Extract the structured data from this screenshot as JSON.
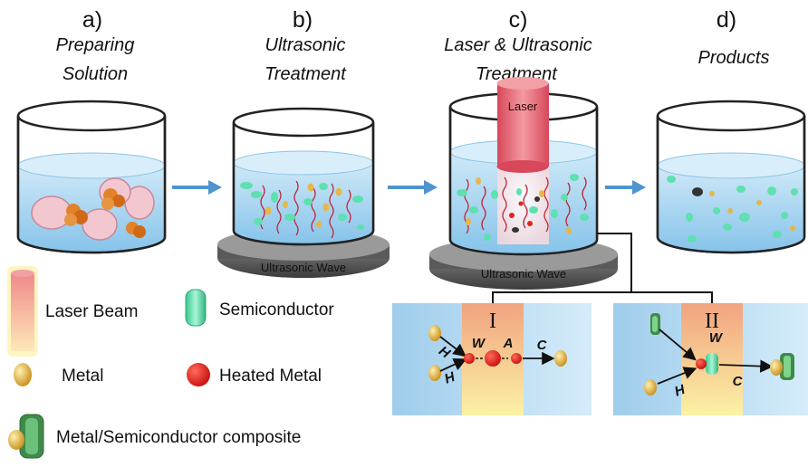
{
  "steps": [
    {
      "letter": "a)",
      "title_line1": "Preparing",
      "title_line2": "Solution"
    },
    {
      "letter": "b)",
      "title_line1": "Ultrasonic",
      "title_line2": "Treatment"
    },
    {
      "letter": "c)",
      "title_line1": "Laser & Ultrasonic",
      "title_line2": "Treatment"
    },
    {
      "letter": "d)",
      "title_line1": "Products",
      "title_line2": ""
    }
  ],
  "beaker_b": {
    "base_label": "Ultrasonic Wave"
  },
  "beaker_c": {
    "base_label": "Ultrasonic Wave",
    "laser_label": "Laser"
  },
  "legend": {
    "laser_beam": "Laser Beam",
    "semiconductor": "Semiconductor",
    "metal": "Metal",
    "heated_metal": "Heated Metal",
    "composite": "Metal/Semiconductor composite"
  },
  "panel_1": {
    "title": "I",
    "h_top": "H",
    "h_bottom": "H",
    "w": "W",
    "a": "A",
    "c": "C"
  },
  "panel_2": {
    "title": "II",
    "w": "W",
    "h": "H",
    "c": "C"
  },
  "colors": {
    "liquid": "#a9d7f3",
    "laser": "#e8717a",
    "semiconductor": "#5fe0b0",
    "metal": "#e6b84a",
    "heated_metal": "#e3231c",
    "arrow": "#4f93cf",
    "panel_bg": "#a8d3f0"
  }
}
